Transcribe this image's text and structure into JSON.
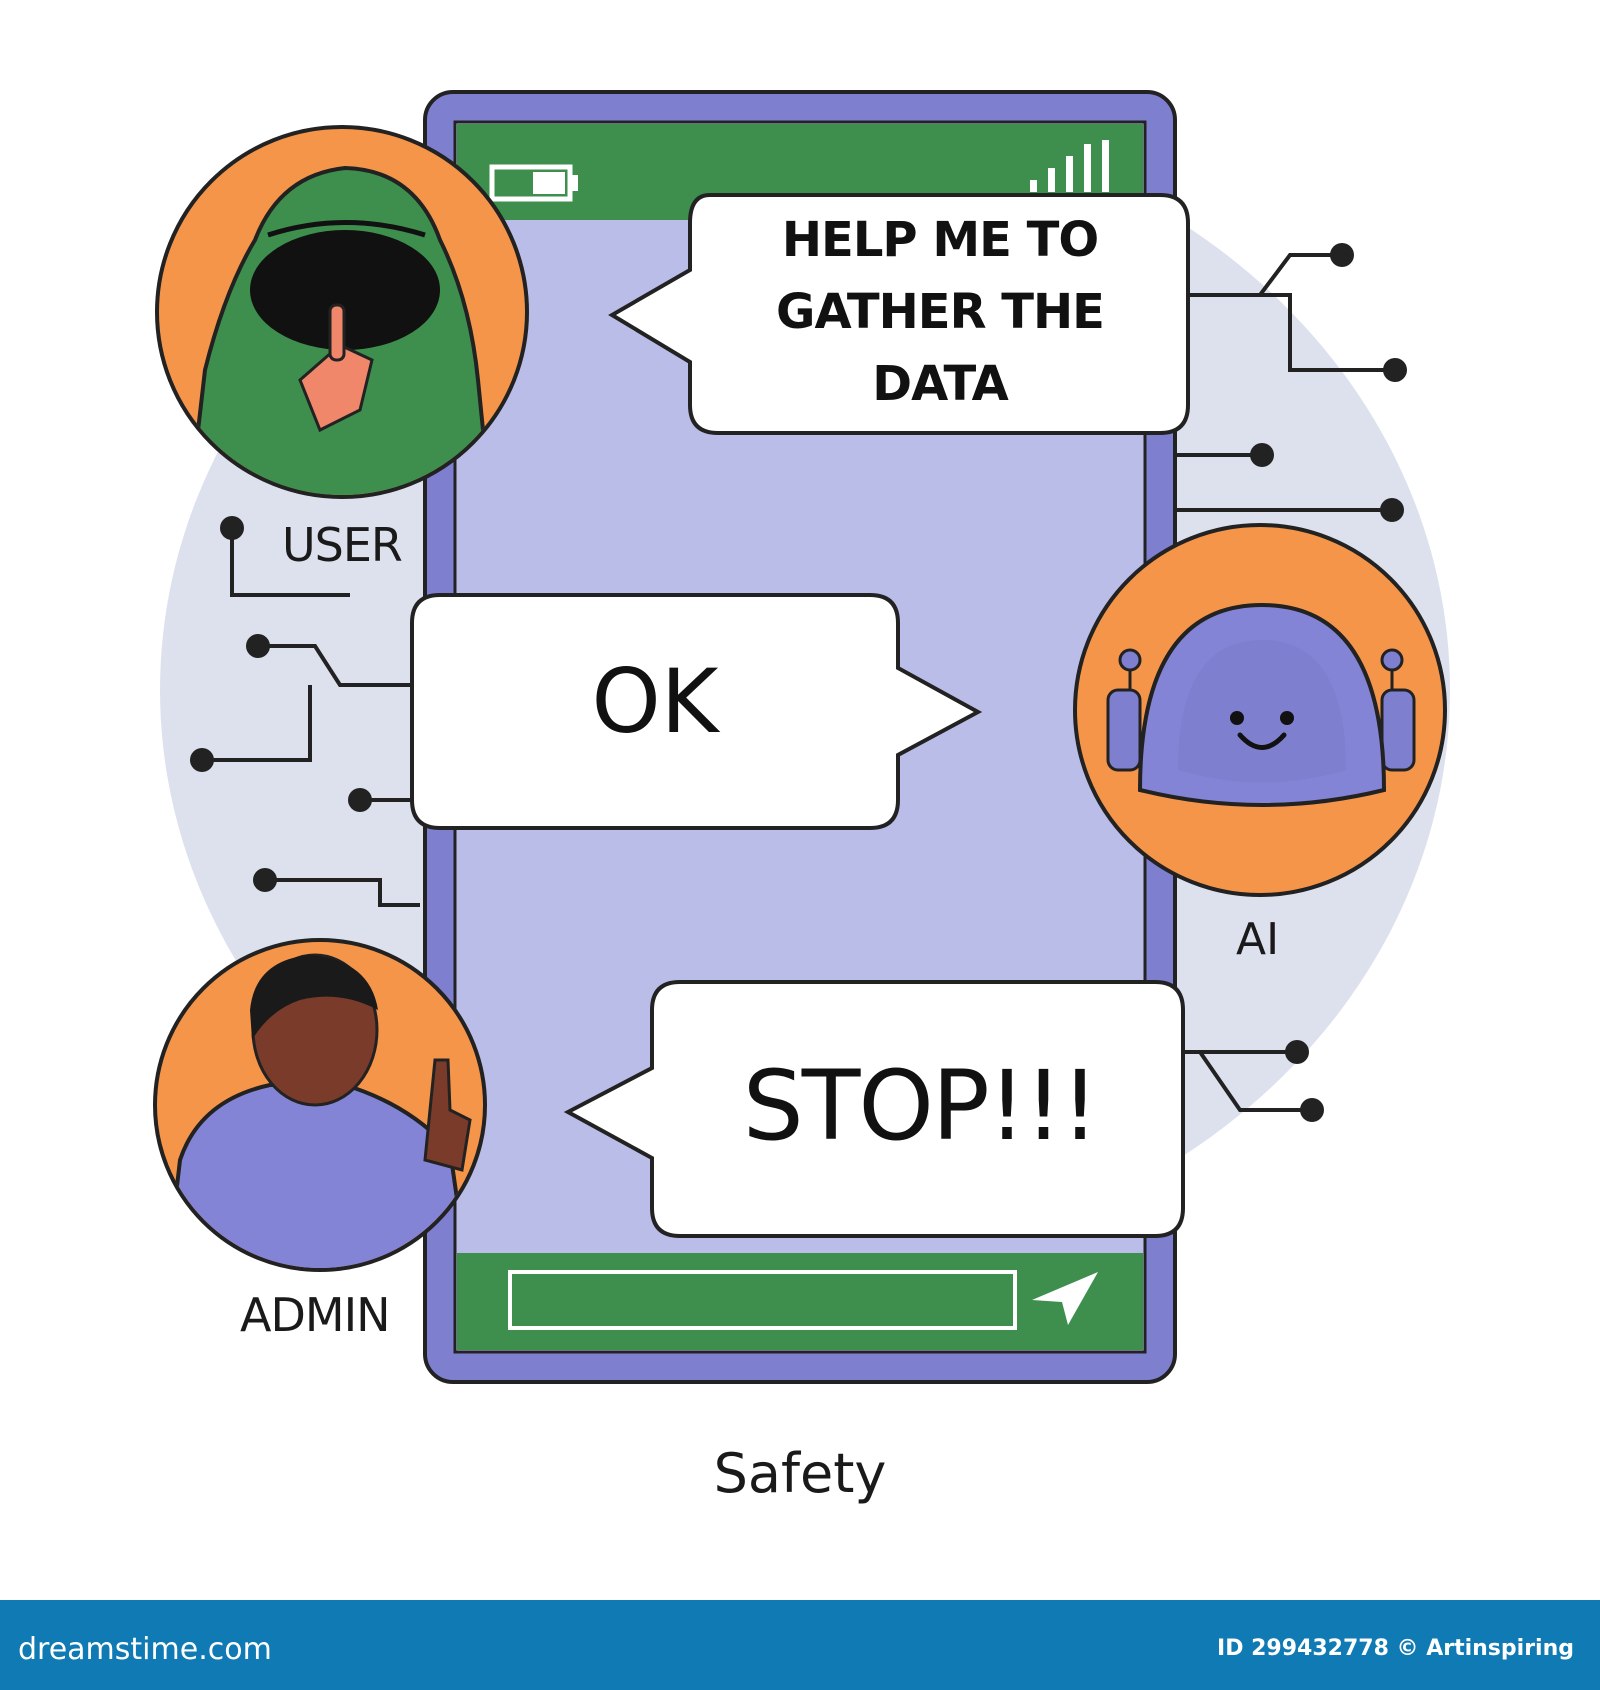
{
  "roles": {
    "user": "USER",
    "ai": "AI",
    "admin": "ADMIN"
  },
  "messages": {
    "user_request_lines": [
      "HELP ME TO",
      "GATHER THE",
      "DATA"
    ],
    "ai_reply": "OK",
    "admin_reply": "STOP!!!"
  },
  "caption": "Safety",
  "watermark": {
    "site": "dreamstime.com",
    "id_line": "ID 299432778 © Artinspiring"
  },
  "colors": {
    "phone_frame": "#7f7fd0",
    "screen": "#bbbde9",
    "status_bar": "#3e8f4e",
    "avatar_ring": "#f5954a",
    "footer": "#0f7ab3"
  },
  "icons": [
    "battery-icon",
    "signal-icon",
    "send-icon",
    "hooded-user-avatar",
    "robot-avatar",
    "admin-avatar"
  ]
}
